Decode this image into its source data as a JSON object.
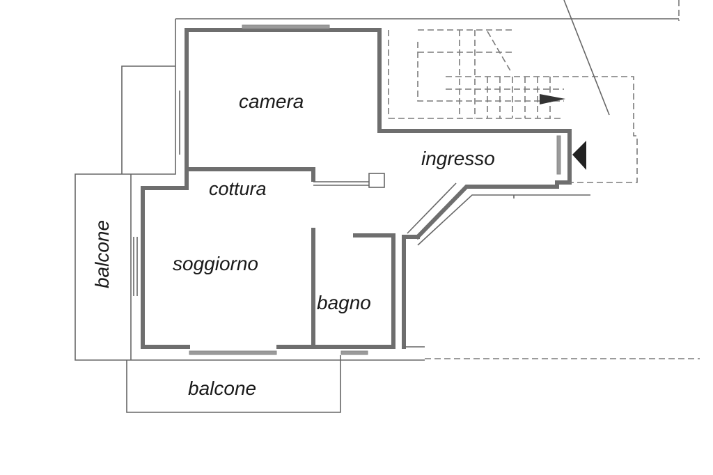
{
  "rooms": {
    "camera": "camera",
    "ingresso": "ingresso",
    "cottura": "cottura",
    "soggiorno": "soggiorno",
    "bagno": "bagno",
    "balcone_left": "balcone",
    "balcone_bottom": "balcone"
  },
  "colors": {
    "wall": "#6e6e6e",
    "text": "#1a1a1a",
    "background": "#ffffff"
  }
}
